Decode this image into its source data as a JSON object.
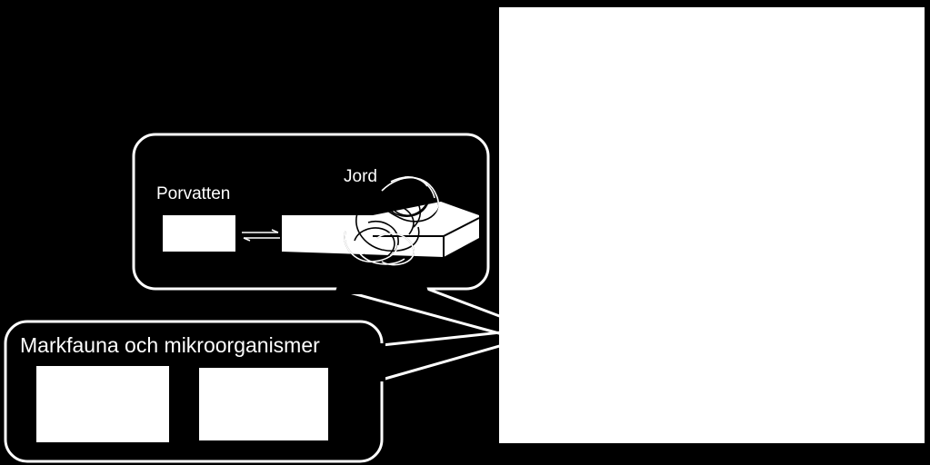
{
  "labels": {
    "porvatten": "Porvatten",
    "jord": "Jord",
    "markfauna": "Markfauna och mikroorganismer"
  },
  "colors": {
    "background": "#000000",
    "foreground": "#ffffff"
  }
}
